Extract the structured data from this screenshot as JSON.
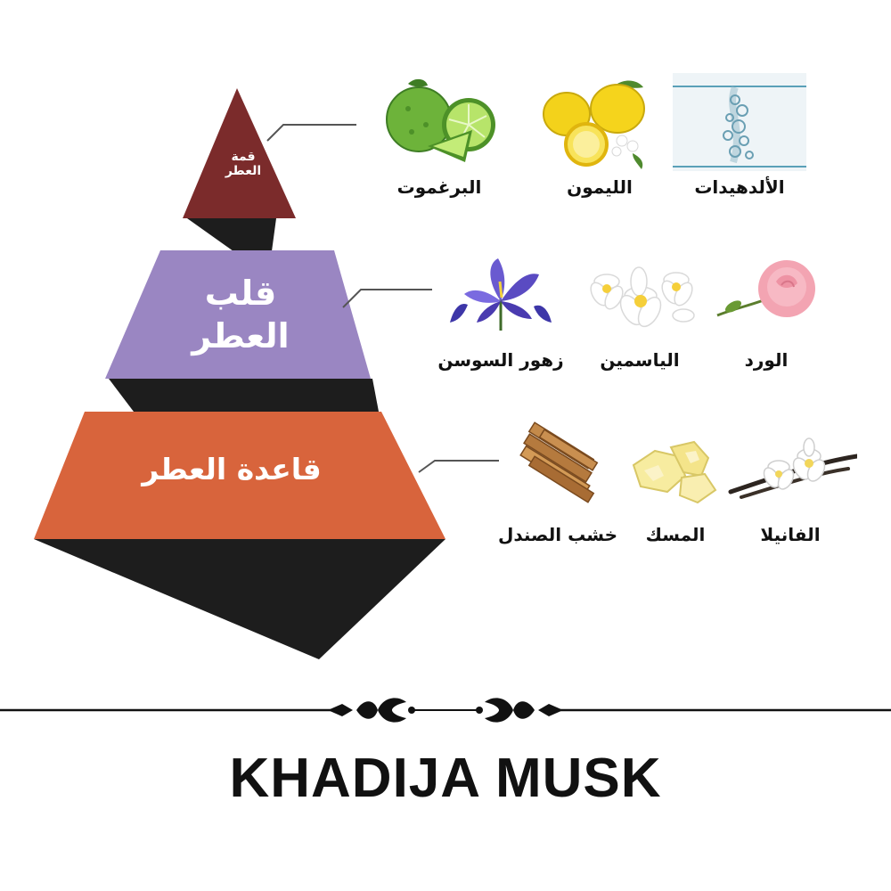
{
  "pyramid": {
    "top": {
      "label_line1": "قمة",
      "label_line2": "العطر",
      "color": "#7b2b2b"
    },
    "middle": {
      "label_line1": "قلب",
      "label_line2": "العطر",
      "color": "#9a86c2"
    },
    "base": {
      "label": "قاعدة العطر",
      "color": "#d8643c"
    },
    "shadow_color": "#1d1d1d"
  },
  "notes": {
    "top": [
      {
        "name": "الألدهيدات",
        "icon": "water-bubbles-icon"
      },
      {
        "name": "الليمون",
        "icon": "lemon-icon"
      },
      {
        "name": "البرغموت",
        "icon": "bergamot-icon"
      }
    ],
    "middle": [
      {
        "name": "الورد",
        "icon": "rose-icon"
      },
      {
        "name": "الياسمين",
        "icon": "jasmine-icon"
      },
      {
        "name": "زهور السوسن",
        "icon": "iris-icon"
      }
    ],
    "base": [
      {
        "name": "الفانيلا",
        "icon": "vanilla-icon"
      },
      {
        "name": "المسك",
        "icon": "musk-icon"
      },
      {
        "name": "خشب الصندل",
        "icon": "sandalwood-icon"
      }
    ]
  },
  "brand": {
    "name": "KHADIJA MUSK"
  }
}
